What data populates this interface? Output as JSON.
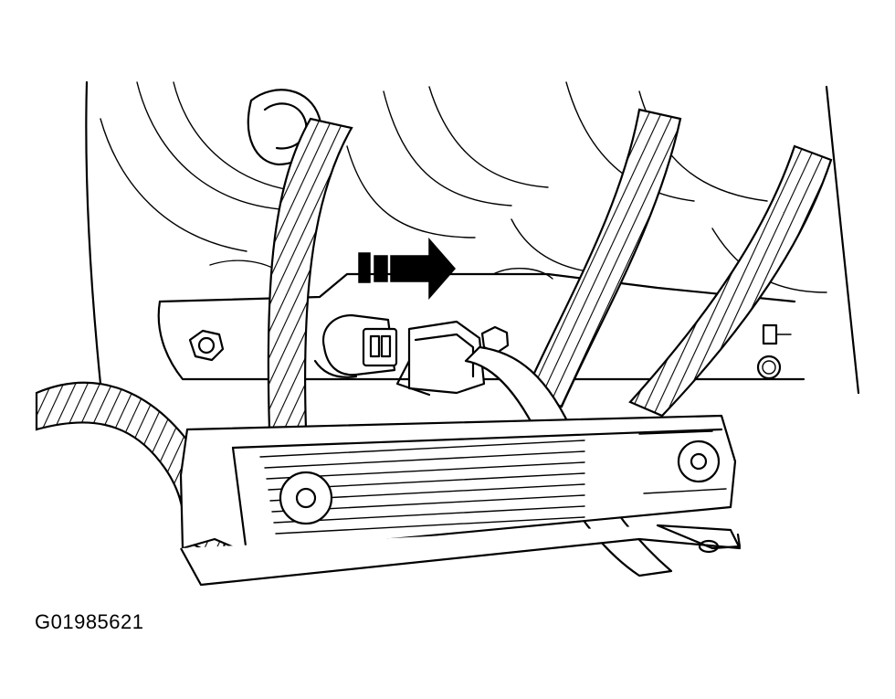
{
  "figure": {
    "id_label": "G01985621"
  },
  "parts": [
    {
      "name": "intake-manifold-runners"
    },
    {
      "name": "wiring-harness-conduit"
    },
    {
      "name": "sensor"
    },
    {
      "name": "electrical-connector"
    },
    {
      "name": "mounting-bolt"
    },
    {
      "name": "bracket"
    },
    {
      "name": "direction-arrow"
    }
  ],
  "colors": {
    "line": "#000000",
    "background": "#ffffff"
  }
}
